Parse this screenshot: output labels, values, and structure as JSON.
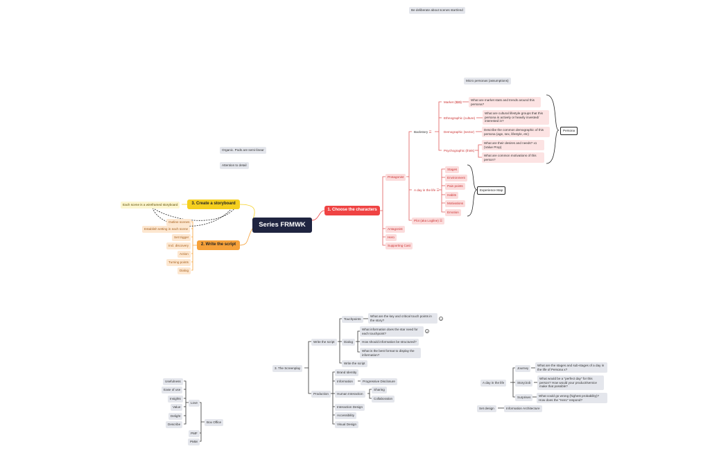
{
  "center": "Series FRMWK",
  "branch1": {
    "title": "1. Choose the characters",
    "protagonist": "Protagonist",
    "backstory": "Backstory",
    "backstory_icon": "☰",
    "market": "Market ($$$)",
    "market_q": "What are market stats and trends around this persona?",
    "ethnographic": "Ethnographic (culture)",
    "ethnographic_q": "What are cultural lifestyle groups that this persona is actively or heavily invested/ interested in?",
    "demographic": "Demographic (sector)",
    "demographic_q": "Describe the common demographic of this persona (age, sex, lifestyle, etc)",
    "psychographic": "Psychographic (think)",
    "psycho_q1": "What are their desires and needs? x1 (Value Prop)",
    "psycho_q2": "What are common motivations of this person?",
    "persona": "Persona",
    "micro_personas": "Micro personas (assumptions)",
    "day_in_life": "A day in the life",
    "day_icon": "☰",
    "stages": "Stages",
    "environment": "Environment",
    "pain_points": "Pain points",
    "habits": "Habits",
    "motivations": "Motivations",
    "emotion": "Emotion",
    "experience_map": "Experience Map",
    "plot": "Plot (aka Logline)",
    "plot_icon": "☰",
    "antagonist": "Antagonist",
    "hero": "Hero",
    "supporting_cast": "Supporting Cast"
  },
  "branch2": {
    "title": "2. Write the script",
    "items": [
      "Outline scenes",
      "Establish setting in each scene",
      "Set trigger",
      "Incl. discovery",
      "Action",
      "Turning points",
      "Dialog"
    ]
  },
  "branch3": {
    "title": "3. Create a storyboard",
    "note": "Each scene is a wireframed storyboard"
  },
  "floating": {
    "deliberate": "Be deliberate about scenes start/end",
    "organic": "Organic. Pods are semi-linear",
    "attention": "Attention to detail"
  },
  "screenplay": {
    "root": "3. The Screenplay",
    "write_script": "Write the script",
    "touchpoints": "Touchpoints",
    "touchpoints_q": "What are the key and critical touch points in the story?",
    "touchpoints_badge": "1",
    "dialog": "Dialog",
    "dialog_q1": "What information does the star need for each touchpoint?",
    "dialog_badge": "2",
    "dialog_q2": "How should information be structured?",
    "dialog_q3": "What is the best format to display the information?",
    "write_script2": "Write the script",
    "production": "Production",
    "brand_identity": "Brand Identity",
    "information": "Information",
    "progressive": "Progressive Disclosure",
    "human_interaction": "Human Interaction",
    "sharing": "Sharing",
    "collaboration": "Collaboration",
    "interaction_design": "Interaction Design",
    "accessibility": "Accessibility",
    "visual_design": "Visual Design"
  },
  "boxoffice": {
    "root": "Box Office",
    "love": "Love",
    "love_items": [
      "Usefulness",
      "Ease of use",
      "Insights",
      "Value",
      "Delight",
      "Describe"
    ],
    "pmf": "PMF",
    "pmm": "PMM"
  },
  "dayinlife2": {
    "root": "A day in the life",
    "journey": "Journey",
    "journey_q": "What are the stages and sub-stages of a day in the life of Persona x?",
    "story": "Story/Job",
    "story_q": "What would be a \"perfect day\" for this person? How would your product/service make that possible?",
    "surprises": "Surprises",
    "surprises_q": "What could go wrong (highest probability)? How does the \"Hero\" respond?",
    "set_design": "Set design",
    "info_arch": "Information Architecture"
  },
  "colors": {
    "red": "#ef4343",
    "orange": "#f6a13a",
    "yellow": "#f5cf1f",
    "navy": "#1f2440",
    "pink": "#fce3e3",
    "gray": "#e4e6ec"
  }
}
